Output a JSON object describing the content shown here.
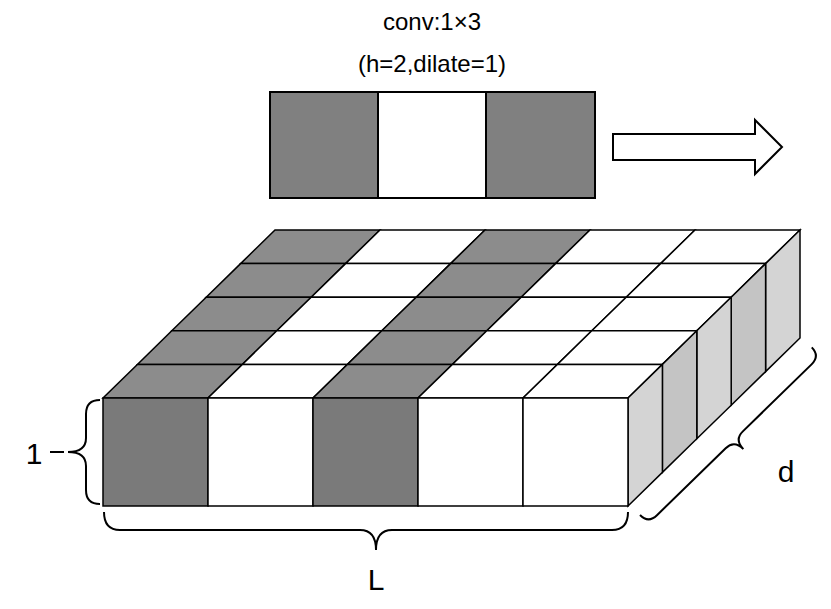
{
  "diagram": {
    "labels": [
      "conv:1×3",
      "(h=2,dilate=1)",
      "1",
      "L",
      "d"
    ]
  }
}
